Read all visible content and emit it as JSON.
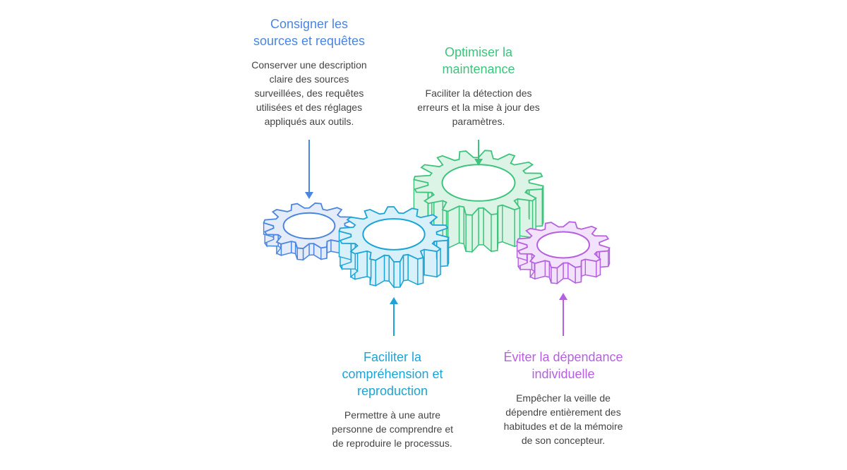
{
  "colors": {
    "blue": "#4a86e0",
    "cyan": "#1ca4d6",
    "green": "#3cc47c",
    "purple": "#b560e0",
    "text": "#444444"
  },
  "steps": [
    {
      "title": [
        "Consigner les",
        "sources et requêtes"
      ],
      "desc": [
        "Conserver une description",
        "claire des sources",
        "surveillées, des requêtes",
        "utilisées et des réglages",
        "appliqués aux outils."
      ]
    },
    {
      "title": [
        "Optimiser la",
        "maintenance"
      ],
      "desc": [
        "Faciliter la détection des",
        "erreurs et la mise à jour des",
        "paramètres."
      ]
    },
    {
      "title": [
        "Faciliter la",
        "compréhension et",
        "reproduction"
      ],
      "desc": [
        "Permettre à une autre",
        "personne de comprendre et",
        "de reproduire le processus."
      ]
    },
    {
      "title": [
        "Éviter la dépendance",
        "individuelle"
      ],
      "desc": [
        "Empêcher la veille de",
        "dépendre entièrement des",
        "habitudes et de la mémoire",
        "de son concepteur."
      ]
    }
  ]
}
